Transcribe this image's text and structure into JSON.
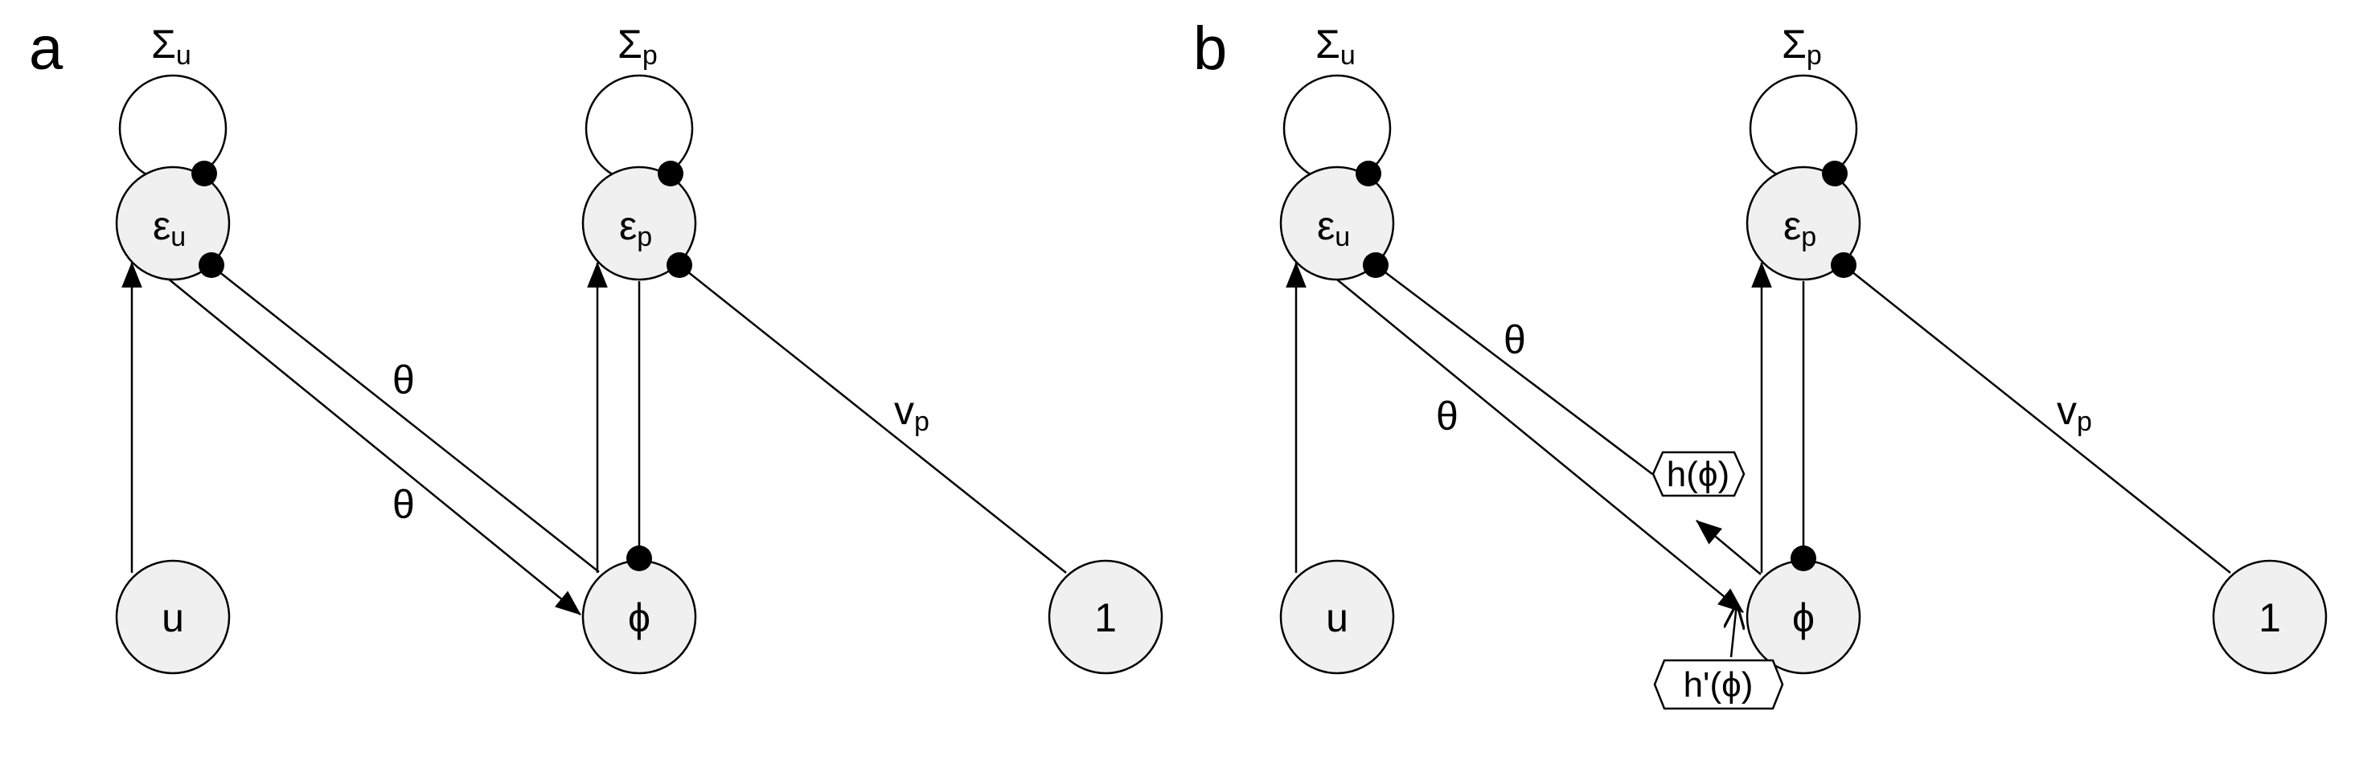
{
  "panels": [
    {
      "id": "a",
      "letter": "a",
      "sigma_u": {
        "sym": "Σ",
        "sub": "u"
      },
      "sigma_p": {
        "sym": "Σ",
        "sub": "p"
      },
      "eps_u": {
        "sym": "ε",
        "sub": "u"
      },
      "eps_p": {
        "sym": "ε",
        "sub": "p"
      },
      "u": "u",
      "phi": "ϕ",
      "one": "1",
      "theta_top": "θ",
      "theta_bottom": "θ",
      "vp": {
        "sym": "v",
        "sub": "p"
      }
    },
    {
      "id": "b",
      "letter": "b",
      "sigma_u": {
        "sym": "Σ",
        "sub": "u"
      },
      "sigma_p": {
        "sym": "Σ",
        "sub": "p"
      },
      "eps_u": {
        "sym": "ε",
        "sub": "u"
      },
      "eps_p": {
        "sym": "ε",
        "sub": "p"
      },
      "u": "u",
      "phi": "ϕ",
      "one": "1",
      "theta_top": "θ",
      "theta_bottom": "θ",
      "vp": {
        "sym": "v",
        "sub": "p"
      },
      "h": "h(ϕ)",
      "h_prime": "h'(ϕ)"
    }
  ],
  "colors": {
    "node_fill": "#f0f0f0",
    "stroke": "#000000",
    "background": "#ffffff"
  }
}
